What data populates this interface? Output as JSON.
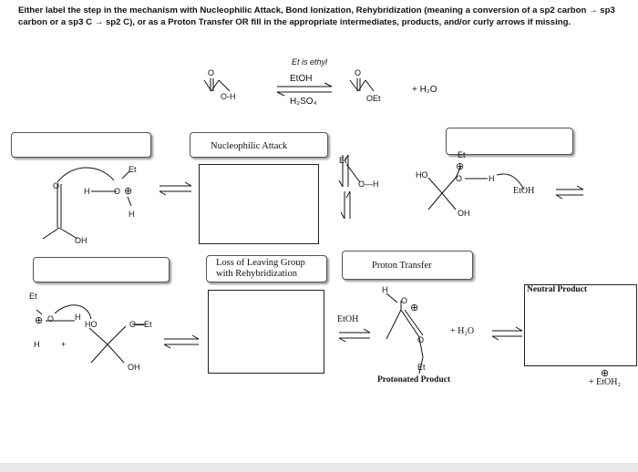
{
  "instructions": "Either label the step in the mechanism with Nucleophilic Attack, Bond Ionization, Rehybridization (meaning a conversion of a sp2 carbon → sp3 carbon or a sp3 C → sp2 C), or as a Proton Transfer OR fill in the appropriate intermediates, products, and/or curly arrows if missing.",
  "reaction": {
    "et_note": "Et is ethyl",
    "reagent": "EtOH",
    "catalyst": "H₂SO₄",
    "acid_group": "O-H",
    "ester_group": "OEt",
    "byproduct": "+ H₂O",
    "carbonyl_o": "O"
  },
  "steps": {
    "nucleophilic_attack": "Nucleophilic Attack",
    "loss_leaving_group_1": "Loss of Leaving Group",
    "loss_leaving_group_2": "with Rehybridization",
    "proton_transfer": "Proton Transfer",
    "neutral_product": "Neutral Product",
    "protonated_product": "Protonated Product"
  },
  "atoms": {
    "et": "Et",
    "h": "H",
    "o": "O",
    "oh": "OH",
    "ho": "HO",
    "o_h": "O—H",
    "o_et": "O—Et",
    "h2o_mid": "+ H₂O",
    "plus": "+",
    "etoh": "EtOH",
    "etoh2": "+ EtOH₂"
  }
}
